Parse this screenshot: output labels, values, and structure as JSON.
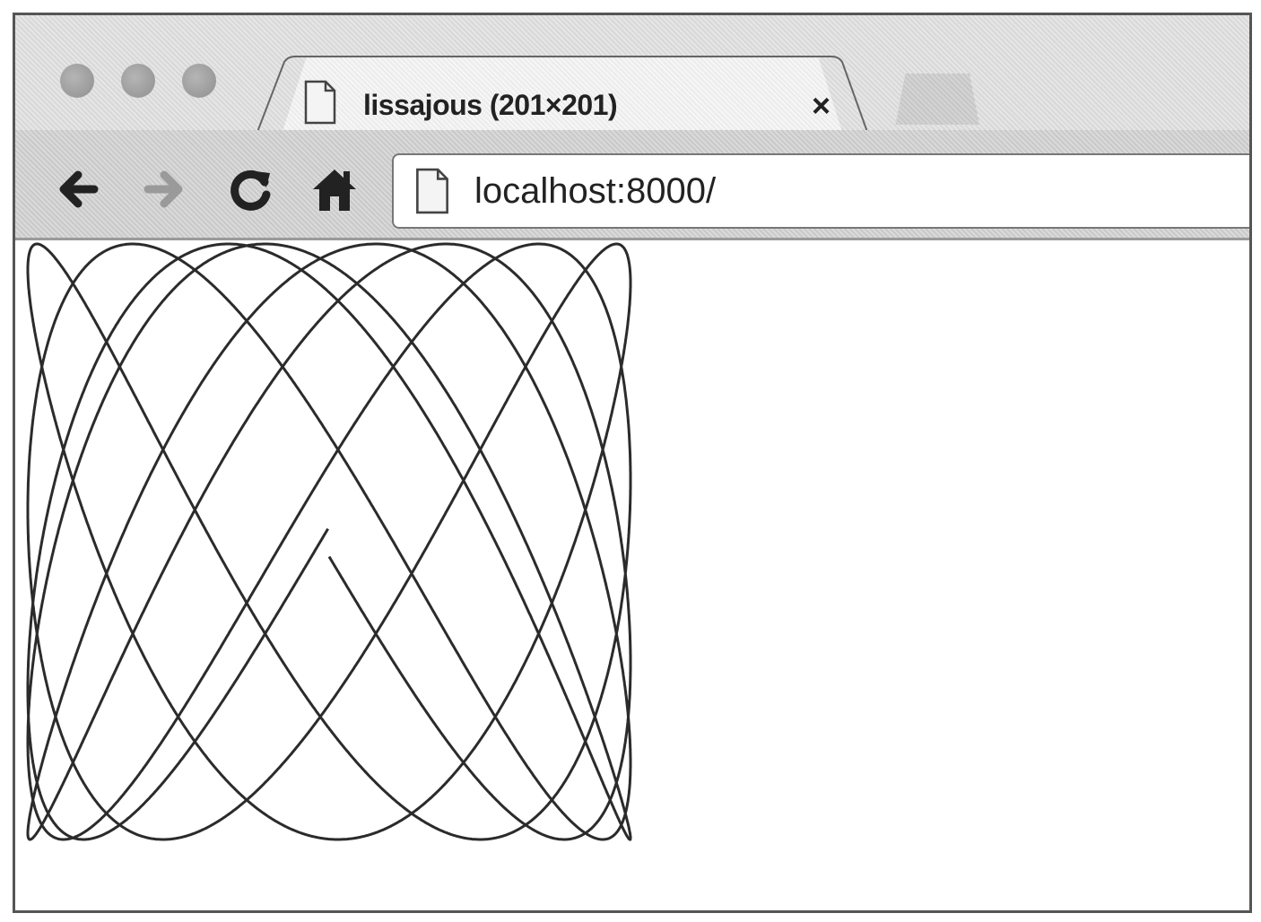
{
  "tab": {
    "title": "lissajous (201×201)",
    "close_label": "×"
  },
  "toolbar": {
    "url": "localhost:8000/"
  },
  "icons": {
    "tab_page": "page-icon",
    "back": "arrow-left-icon",
    "forward": "arrow-right-icon",
    "reload": "reload-icon",
    "home": "home-icon",
    "omnibox_page": "page-icon"
  },
  "colors": {
    "curve": "#2b2b2b",
    "page_bg": "#ffffff"
  },
  "lissajous": {
    "freq_ratio": 1.7,
    "phase_step": 0.05,
    "cycles": 5,
    "resolution": 0.001
  }
}
